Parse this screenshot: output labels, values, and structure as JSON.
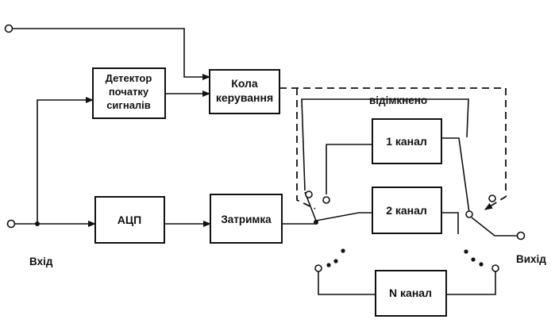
{
  "blocks": {
    "detector": [
      "Детектор",
      "початку",
      "сигналів"
    ],
    "control": [
      "Кола",
      "керування"
    ],
    "adc": "АЦП",
    "delay": "Затримка",
    "channel_1": "1 канал",
    "channel_2": "2 канал",
    "channel_n": "N канал"
  },
  "labels": {
    "input": "Вхід",
    "output": "Вихід",
    "disconnected": "відімкнено"
  },
  "colors": {
    "ink": "#111111",
    "background": "#ffffff"
  }
}
